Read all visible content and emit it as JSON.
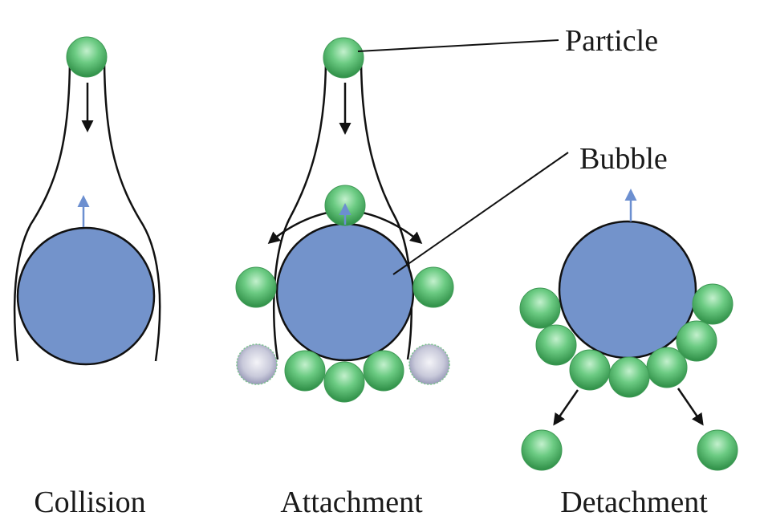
{
  "labels": {
    "particle": "Particle",
    "bubble": "Bubble"
  },
  "stages": {
    "collision": "Collision",
    "attachment": "Attachment",
    "detachment": "Detachment"
  },
  "colors": {
    "bubble_fill": "#7393CB",
    "bubble_stroke": "#111111",
    "particle_green": "#5BC072",
    "particle_green_light": "#B7EBC2",
    "particle_green_dark": "#2F8E47",
    "particle_grey_light": "#F1F1F6",
    "particle_grey_dark": "#8E8FB0",
    "arrow_black": "#111111",
    "arrow_blue": "#6C8FD0"
  }
}
